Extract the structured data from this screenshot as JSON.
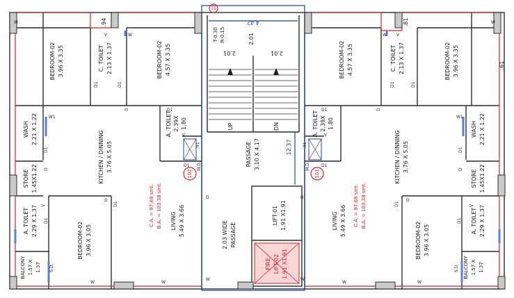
{
  "colors": {
    "wall": "#2b2b2b",
    "boundary": "#d8202a",
    "dimension": "#1f3fb0",
    "window_blue": "#5b7fd8",
    "column_fill": "#c9c9c9",
    "fire_lift": "#f08a8a",
    "area_text": "#d8202a"
  },
  "dimensions": {
    "top_offset_left": ".94",
    "top_offset_right": ".81",
    "right_offset": ".61",
    "stair_width": "4.42",
    "stair_depth": "12.37",
    "marker_number": "16"
  },
  "rooms": {
    "bedroom_tl": {
      "name": "BEDROOM-02",
      "size": "3.96 X 3.35"
    },
    "c_toilet_l": {
      "name": "C. TOILET",
      "size": "2.13 X 1.37"
    },
    "bedroom_tc_l": {
      "name": "BEDROOM-02",
      "size": "4.57 X 3.35"
    },
    "wash_l": {
      "name": "WASH",
      "size": "2.21 X 1.22"
    },
    "kitchen_l": {
      "name": "KITCHEN / DINNING",
      "size": "3.76 X 5.05"
    },
    "a_toilet_top_l": {
      "name": "A. TOILET",
      "size1": "2.39X",
      "size2": "1.80"
    },
    "store_l": {
      "name": "STORE",
      "size": "1.45X1.22"
    },
    "a_toilet_bot_l": {
      "name": "A. TOILET",
      "size": "2.29 X 1.37"
    },
    "bedroom_bl": {
      "name": "BEDROOM-02",
      "size": "3.96 X 3.05"
    },
    "living_l": {
      "name": "LIVING",
      "size": "5.49 X 3.66"
    },
    "balcony_l": {
      "name": "BALCONY",
      "size1": "1.57 X",
      "size2": "1.37"
    },
    "bedroom_tc_r": {
      "name": "BEDROOM-02",
      "size": "4.57 X 3.35"
    },
    "c_toilet_r": {
      "name": "C. TOILET",
      "size": "2.13 X 1.37"
    },
    "bedroom_tr": {
      "name": "BEDROOM-02",
      "size": "3.96 X 3.35"
    },
    "a_toilet_top_r": {
      "name": "A. TOILET",
      "size1": "2.39X",
      "size2": "1.80"
    },
    "kitchen_r": {
      "name": "KITCHEN / DINNING",
      "size": "3.76 X 5.05"
    },
    "wash_r": {
      "name": "WASH",
      "size": "2.21 X 1.22"
    },
    "store_r": {
      "name": "STORE",
      "size": "1.45X1.22"
    },
    "a_toilet_bot_r": {
      "name": "A. TOILET",
      "size": "2.29 X 1.37"
    },
    "living_r": {
      "name": "LIVING",
      "size": "5.49 X 3.66"
    },
    "bedroom_br": {
      "name": "BEDROOM-02",
      "size": "3.96 X 3.05"
    },
    "balcony_r": {
      "name": "BALCONY",
      "size1": "1.57 X",
      "size2": "1.37"
    }
  },
  "core": {
    "tread": "T-0.30",
    "riser": "R-0.15",
    "landing_mid": "2.01",
    "landing_left": "2.01",
    "landing_right": "2.01",
    "up_label": "UP",
    "dn_label": "DN",
    "passage_name": "PASSAGE",
    "passage_size": "3.10 X 4.17",
    "wide_passage_1": "2.03 WIDE",
    "wide_passage_2": "PASSAGE",
    "lift_name": "LIFT-01",
    "lift_size": "1.91 X1.91",
    "fire_1": "FIRE",
    "fire_2": "LIFT-02",
    "fire_3": "1.91 X1.91"
  },
  "units": [
    {
      "number": "102",
      "ca": "C.A. = 97.68 smt.",
      "ba": "B.A. = 103.38 smt."
    },
    {
      "number": "101",
      "ca": "C.A. = 97.68 smt.",
      "ba": "B.A. = 103.38 smt."
    }
  ],
  "door_tags": {
    "d": "D",
    "d1": "D1",
    "w": "W",
    "w1": "W1",
    "v": "V",
    "md": "M.D.",
    "sd": "S.D.",
    "v91": ".91"
  }
}
